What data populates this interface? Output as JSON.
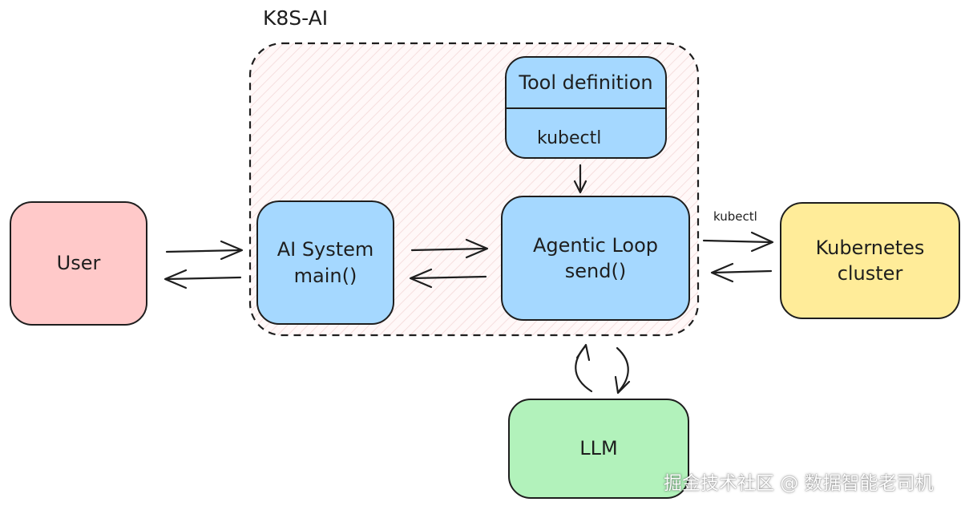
{
  "group": {
    "label": "K8S-AI"
  },
  "nodes": {
    "user": {
      "label": "User"
    },
    "ai_system": {
      "line1": "AI System",
      "line2": "main()"
    },
    "agentic_loop": {
      "line1": "Agentic Loop",
      "line2": "send()"
    },
    "kubernetes": {
      "line1": "Kubernetes",
      "line2": "cluster"
    },
    "llm": {
      "label": "LLM"
    },
    "tool_definition": {
      "title": "Tool definition",
      "item": "kubectl"
    }
  },
  "edges": {
    "kubectl_label": "kubectl"
  },
  "watermark": "掘金技术社区 @ 数据智能老司机",
  "colors": {
    "user": "#ffc9c9",
    "component": "#a5d8ff",
    "kubernetes": "#ffec99",
    "llm": "#b2f2bb",
    "group_fill": "#fdf0f0",
    "stroke": "#1e1e1e"
  }
}
